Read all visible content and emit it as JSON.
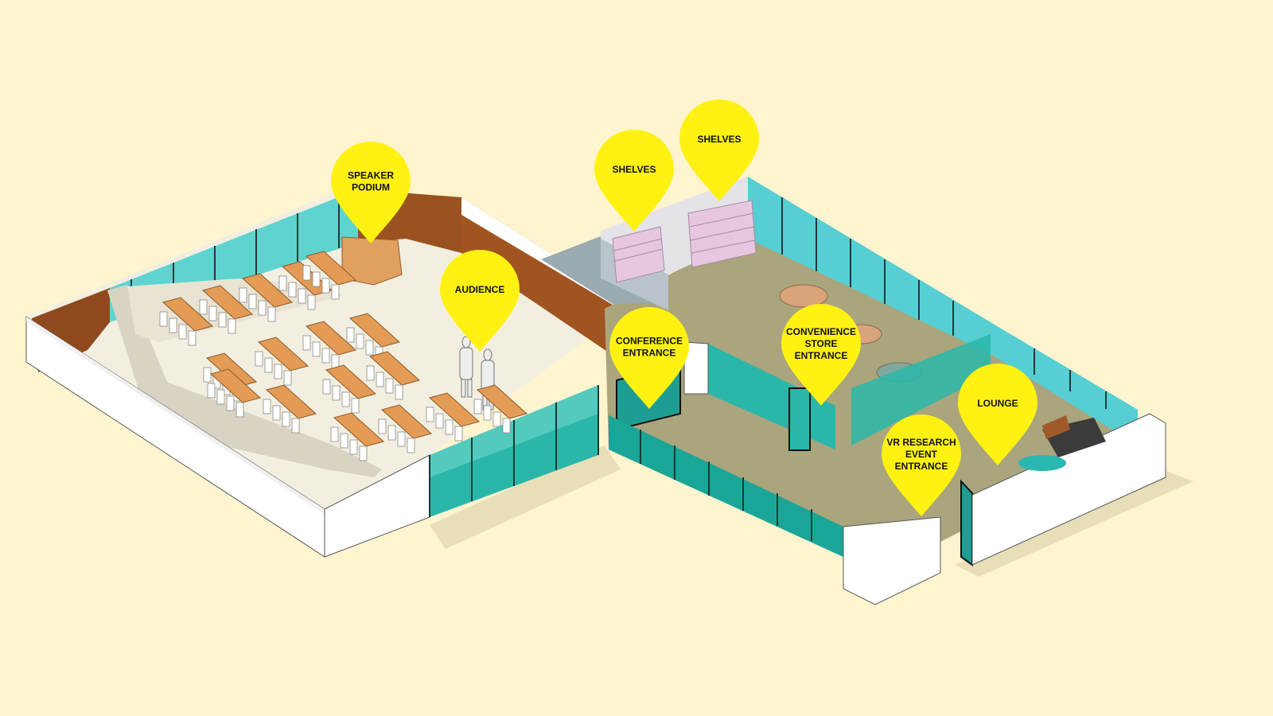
{
  "diagram": {
    "colors": {
      "background": "#fef4cf",
      "pin": "#fff212",
      "glass": "#59d0d0",
      "glass_dark": "#1bb3a4",
      "wood": "#a0541f",
      "conference_floor": "#f3efe0",
      "store_floor": "#aaa57d",
      "wall": "#ffffff",
      "desk": "#e39b55",
      "shelf": "#e7c6e0"
    },
    "pins": [
      {
        "id": "speaker-podium",
        "lines": [
          "SPEAKER",
          "PODIUM"
        ]
      },
      {
        "id": "audience",
        "lines": [
          "AUDIENCE"
        ]
      },
      {
        "id": "shelves-1",
        "lines": [
          "SHELVES"
        ]
      },
      {
        "id": "shelves-2",
        "lines": [
          "SHELVES"
        ]
      },
      {
        "id": "conference-entrance",
        "lines": [
          "CONFERENCE",
          "ENTRANCE"
        ]
      },
      {
        "id": "convenience-store-entrance",
        "lines": [
          "CONVENIENCE",
          "STORE",
          "ENTRANCE"
        ]
      },
      {
        "id": "lounge",
        "lines": [
          "LOUNGE"
        ]
      },
      {
        "id": "vr-research-event-entrance",
        "lines": [
          "VR RESEARCH",
          "EVENT",
          "ENTRANCE"
        ]
      }
    ]
  }
}
